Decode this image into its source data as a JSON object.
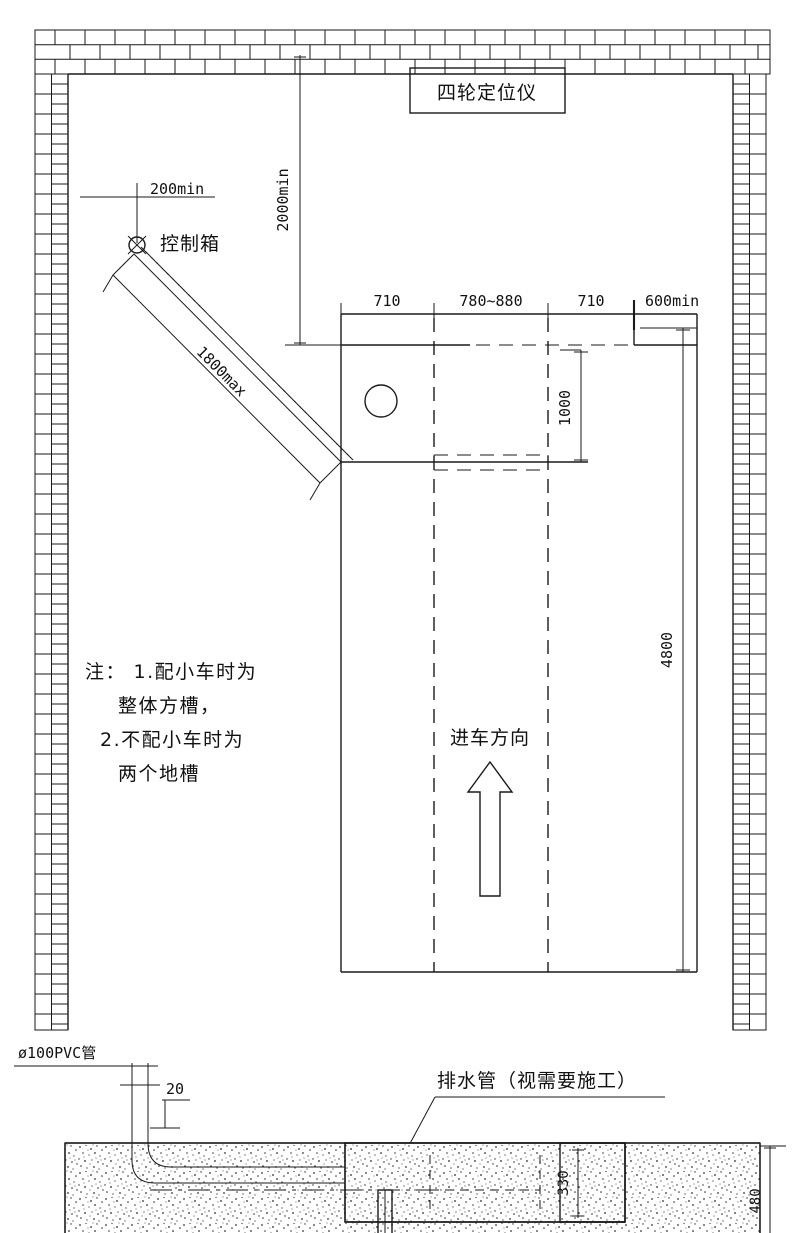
{
  "drawing": {
    "title_box": {
      "label": "四轮定位仪"
    },
    "equipment": {
      "control_box_label": "控制箱"
    },
    "direction": {
      "label": "进车方向",
      "arrow": "up-arrow-icon"
    },
    "notes": {
      "prefix": "注：",
      "lines": [
        "注： 1.配小车时为",
        "整体方槽，",
        "2.不配小车时为",
        "两个地槽"
      ]
    },
    "plan_dimensions": {
      "top_vertical": "2000min",
      "control_offset": "200min",
      "conduit": "1800max",
      "horizontal": [
        "710",
        "780~880",
        "710",
        "600min"
      ],
      "pit_width": "1000",
      "pit_length": "4800"
    },
    "section": {
      "pvc_label": "ø100PVC管",
      "pvc_offset": "20",
      "drain_label": "排水管（视需要施工）",
      "depth_inner": "330",
      "depth_outer": "480"
    },
    "colors": {
      "line": "#1a1a1a",
      "background": "#ffffff",
      "hatch": "#2a2a2a"
    }
  }
}
